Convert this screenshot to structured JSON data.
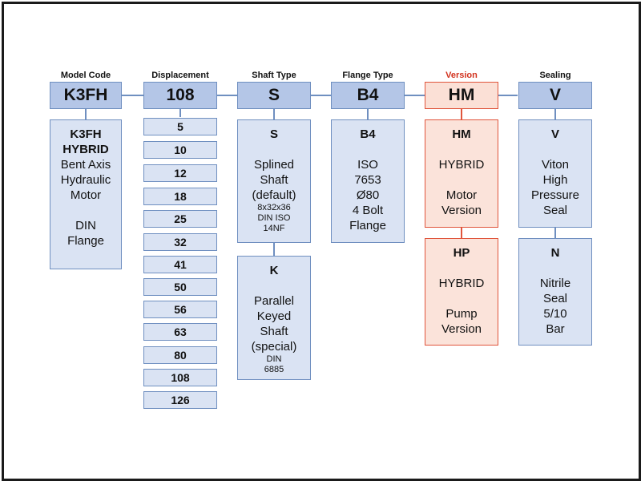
{
  "headers": [
    {
      "label": "Model Code",
      "code": "K3FH"
    },
    {
      "label": "Displacement",
      "code": "108"
    },
    {
      "label": "Shaft Type",
      "code": "S"
    },
    {
      "label": "Flange Type",
      "code": "B4"
    },
    {
      "label": "Version",
      "code": "HM"
    },
    {
      "label": "Sealing",
      "code": "V"
    }
  ],
  "model": {
    "title": "K3FH",
    "subtitle": "HYBRID",
    "desc": [
      "Bent Axis",
      "Hydraulic",
      "Motor",
      "",
      "DIN",
      "Flange"
    ]
  },
  "displacements": [
    "5",
    "10",
    "12",
    "18",
    "25",
    "32",
    "41",
    "50",
    "56",
    "63",
    "80",
    "108",
    "126"
  ],
  "shaft": [
    {
      "code": "S",
      "lines": [
        "Splined",
        "Shaft",
        "(default)"
      ],
      "small": [
        "8x32x36",
        "DIN ISO",
        "14NF"
      ]
    },
    {
      "code": "K",
      "lines": [
        "Parallel",
        "Keyed",
        "Shaft",
        "(special)"
      ],
      "small": [
        "DIN",
        "6885"
      ]
    }
  ],
  "flange": {
    "code": "B4",
    "lines": [
      "ISO",
      "7653",
      "Ø80",
      "4 Bolt",
      "Flange"
    ]
  },
  "version": [
    {
      "code": "HM",
      "lines": [
        "HYBRID",
        "",
        "Motor",
        "Version"
      ]
    },
    {
      "code": "HP",
      "lines": [
        "HYBRID",
        "",
        "Pump",
        "Version"
      ]
    }
  ],
  "sealing": [
    {
      "code": "V",
      "lines": [
        "Viton",
        "High",
        "Pressure",
        "Seal"
      ]
    },
    {
      "code": "N",
      "lines": [
        "Nitrile",
        "Seal",
        "5/10",
        "Bar"
      ]
    }
  ],
  "colors": {
    "box_fill": "#dae3f3",
    "header_fill": "#b4c6e7",
    "border": "#6f8fc0",
    "highlight": "#e0553c",
    "highlight_text": "#d2321e"
  }
}
